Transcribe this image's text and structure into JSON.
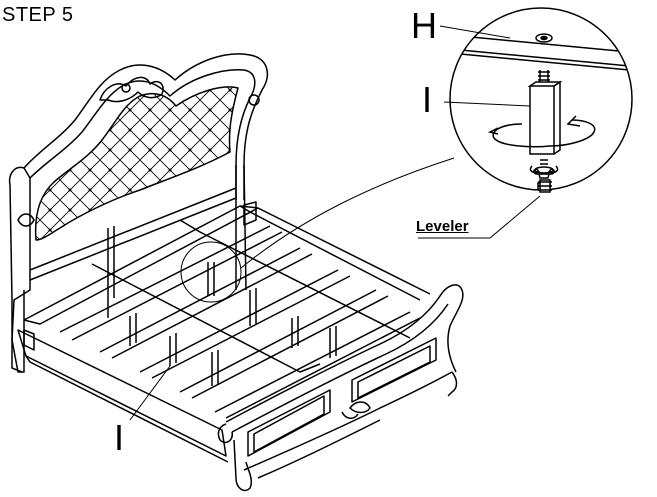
{
  "step": {
    "title": "STEP 5"
  },
  "labels": {
    "part_h": "H",
    "part_i_detail": "I",
    "part_i_main": "I",
    "leveler": "Leveler"
  },
  "colors": {
    "line": "#000000",
    "background": "#ffffff"
  }
}
